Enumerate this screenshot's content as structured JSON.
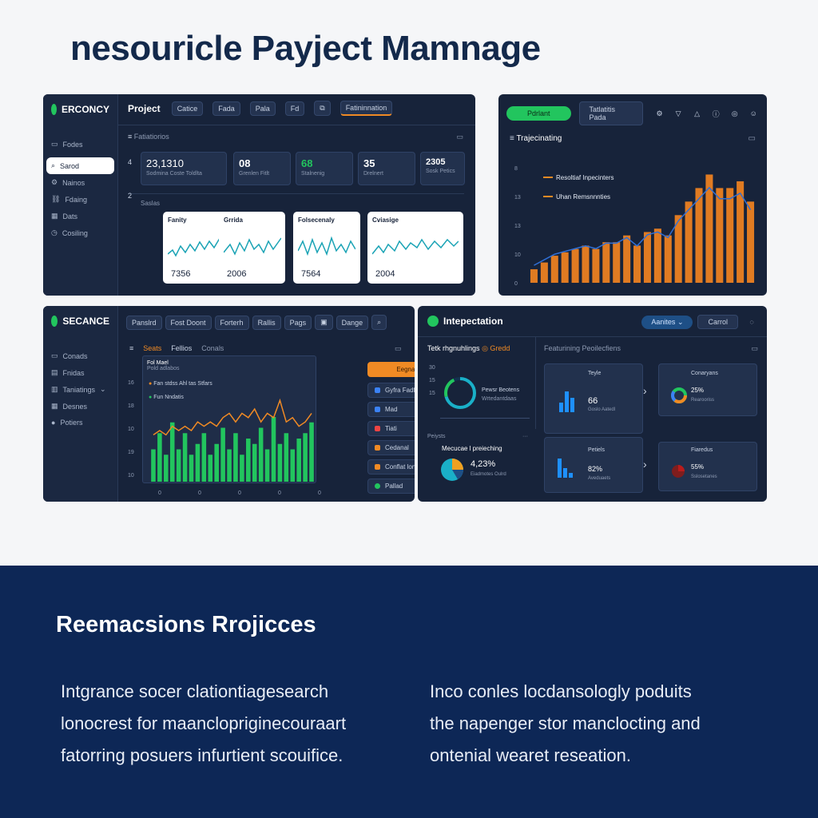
{
  "hero": {
    "title": "nesouricle Payject Mamnage"
  },
  "panel1": {
    "brand": "ERCONCY",
    "header_title": "Project",
    "tabs": [
      "Catice",
      "Fada",
      "Pala",
      "Fd",
      "Fatininnation"
    ],
    "nav": [
      "Fodes",
      "Sarod",
      "Nainos",
      "Fdaing",
      "Dats",
      "Cosiling"
    ],
    "section1_title": "Fatiatiorios",
    "section2_title": "Saslas",
    "row_nums": [
      "4",
      "2"
    ],
    "stats": [
      {
        "value": "23,1310",
        "sub": "Sodmina Coste Toldlta"
      },
      {
        "value": "08",
        "sub": "Grenlen Fitlt"
      },
      {
        "value": "68",
        "sub": "Stalnenig"
      },
      {
        "value": "35",
        "sub": "Drelnert"
      },
      {
        "value": "2305",
        "sub": "Sosk Petics"
      }
    ],
    "sparks": [
      {
        "title": "Fanity",
        "value": "7356"
      },
      {
        "title": "Grrida",
        "value": "2006"
      },
      {
        "title": "Folsecenaly",
        "value": "7564"
      },
      {
        "title": "Cviasige",
        "value": "2004"
      }
    ]
  },
  "panel2": {
    "green_button": "Pdrlant",
    "tab": "Tatlatitis Pada",
    "title": "Trajecinating",
    "legend": [
      "Resoltiaf Inpecinters",
      "Uhan Remsnnnties"
    ],
    "y_ticks": [
      "8",
      "13",
      "13",
      "10",
      "0"
    ],
    "colors": {
      "bar": "#e07b22",
      "line": "#2f6fd6"
    }
  },
  "panel3": {
    "brand": "SECANCE",
    "tabs": [
      "Panslrd",
      "Fost Doont",
      "Forterh",
      "Rallis",
      "Pags",
      "Dange"
    ],
    "nav": [
      "Conads",
      "Fnidas",
      "Taniatings",
      "Desnes",
      "Potiers"
    ],
    "subtabs": [
      "Seats",
      "Fellios",
      "Conals"
    ],
    "chart_label": "Fol Mael",
    "chart_label_sub": "Pold adlabos",
    "legend": [
      "Fan stdss Ahl tas Stfars",
      "Fun Nndatis"
    ],
    "y_ticks": [
      "16",
      "18",
      "10",
      "19",
      "10"
    ],
    "x_ticks": [
      "0",
      "0",
      "0",
      "0",
      "0"
    ],
    "buttons": [
      "Eegnat",
      "Gyfra Fadfe",
      "Mad",
      "Tiati",
      "Cedanal",
      "Conflat lona",
      "Pallad"
    ],
    "button_colors": [
      "#f08a24",
      "#3b82f6",
      "#3b82f6",
      "#ef4444",
      "#f08a24",
      "#f08a24",
      "#22c55e"
    ]
  },
  "panel4": {
    "title": "Intepectation",
    "dropdown": "Aanites",
    "cancel": "Carrol",
    "task_title": "Tetk rhgnuhlings",
    "task_badge": "Gredd",
    "task_legend": [
      "Pewsr Beotens",
      "Wrtedantdaas"
    ],
    "task_y": [
      "30",
      "15",
      "15"
    ],
    "projects_title": "Peiysts",
    "projects_sub": "Mecucae l preieching",
    "projects_value": "4,23%",
    "projects_caption": "Eiadmotes Oulrd",
    "right_title": "Featurining Peoilecfiens",
    "cards": [
      {
        "title": "Teyle",
        "value": "66",
        "sub": "Goslo Aatedl"
      },
      {
        "title": "Conaryans",
        "value": "25%",
        "sub": "Rearooriss"
      },
      {
        "title": "Petiels",
        "value": "82%",
        "sub": "Aveduaets"
      },
      {
        "title": "Fiaredus",
        "value": "55%",
        "sub": "Sslosetanes"
      }
    ]
  },
  "footer": {
    "title": "Reemacsions Rrojicces",
    "left": [
      "Intgrance socer clationtiagesearch",
      "lonocrest for maanclopriginecouraart",
      "fatorring posuers infurtient scouifice."
    ],
    "right": [
      "Inco conles locdansologly poduits",
      "the napenger stor manclocting and",
      "ontenial wearet reseation."
    ]
  },
  "chart_data": [
    {
      "type": "bar",
      "title": "Trajecinating",
      "series": [
        {
          "name": "Resoltiaf Inpecinters",
          "values": [
            2,
            3,
            4,
            4.5,
            5,
            5.5,
            5,
            6,
            6,
            7,
            5.5,
            7.5,
            8,
            7,
            10,
            12,
            14,
            16,
            14,
            14,
            15,
            12
          ]
        }
      ],
      "ylim": [
        0,
        17
      ]
    },
    {
      "type": "bar",
      "title": "Fol Mael",
      "series": [
        {
          "name": "Fun Nndatis",
          "values": [
            6,
            9,
            5,
            11,
            6,
            9,
            5,
            7,
            9,
            5,
            7,
            10,
            6,
            9,
            5,
            8,
            7,
            10,
            6,
            12,
            7,
            9,
            6,
            8,
            9,
            11
          ]
        },
        {
          "name": "Fan stdss Ahl tas Stfars",
          "values": [
            9,
            10,
            9,
            11,
            10,
            11,
            10,
            12,
            11,
            12,
            11,
            13,
            14,
            12,
            14,
            13,
            15,
            12,
            14,
            13,
            17,
            12,
            13,
            11,
            12,
            14
          ]
        }
      ],
      "ylim": [
        0,
        20
      ]
    }
  ]
}
